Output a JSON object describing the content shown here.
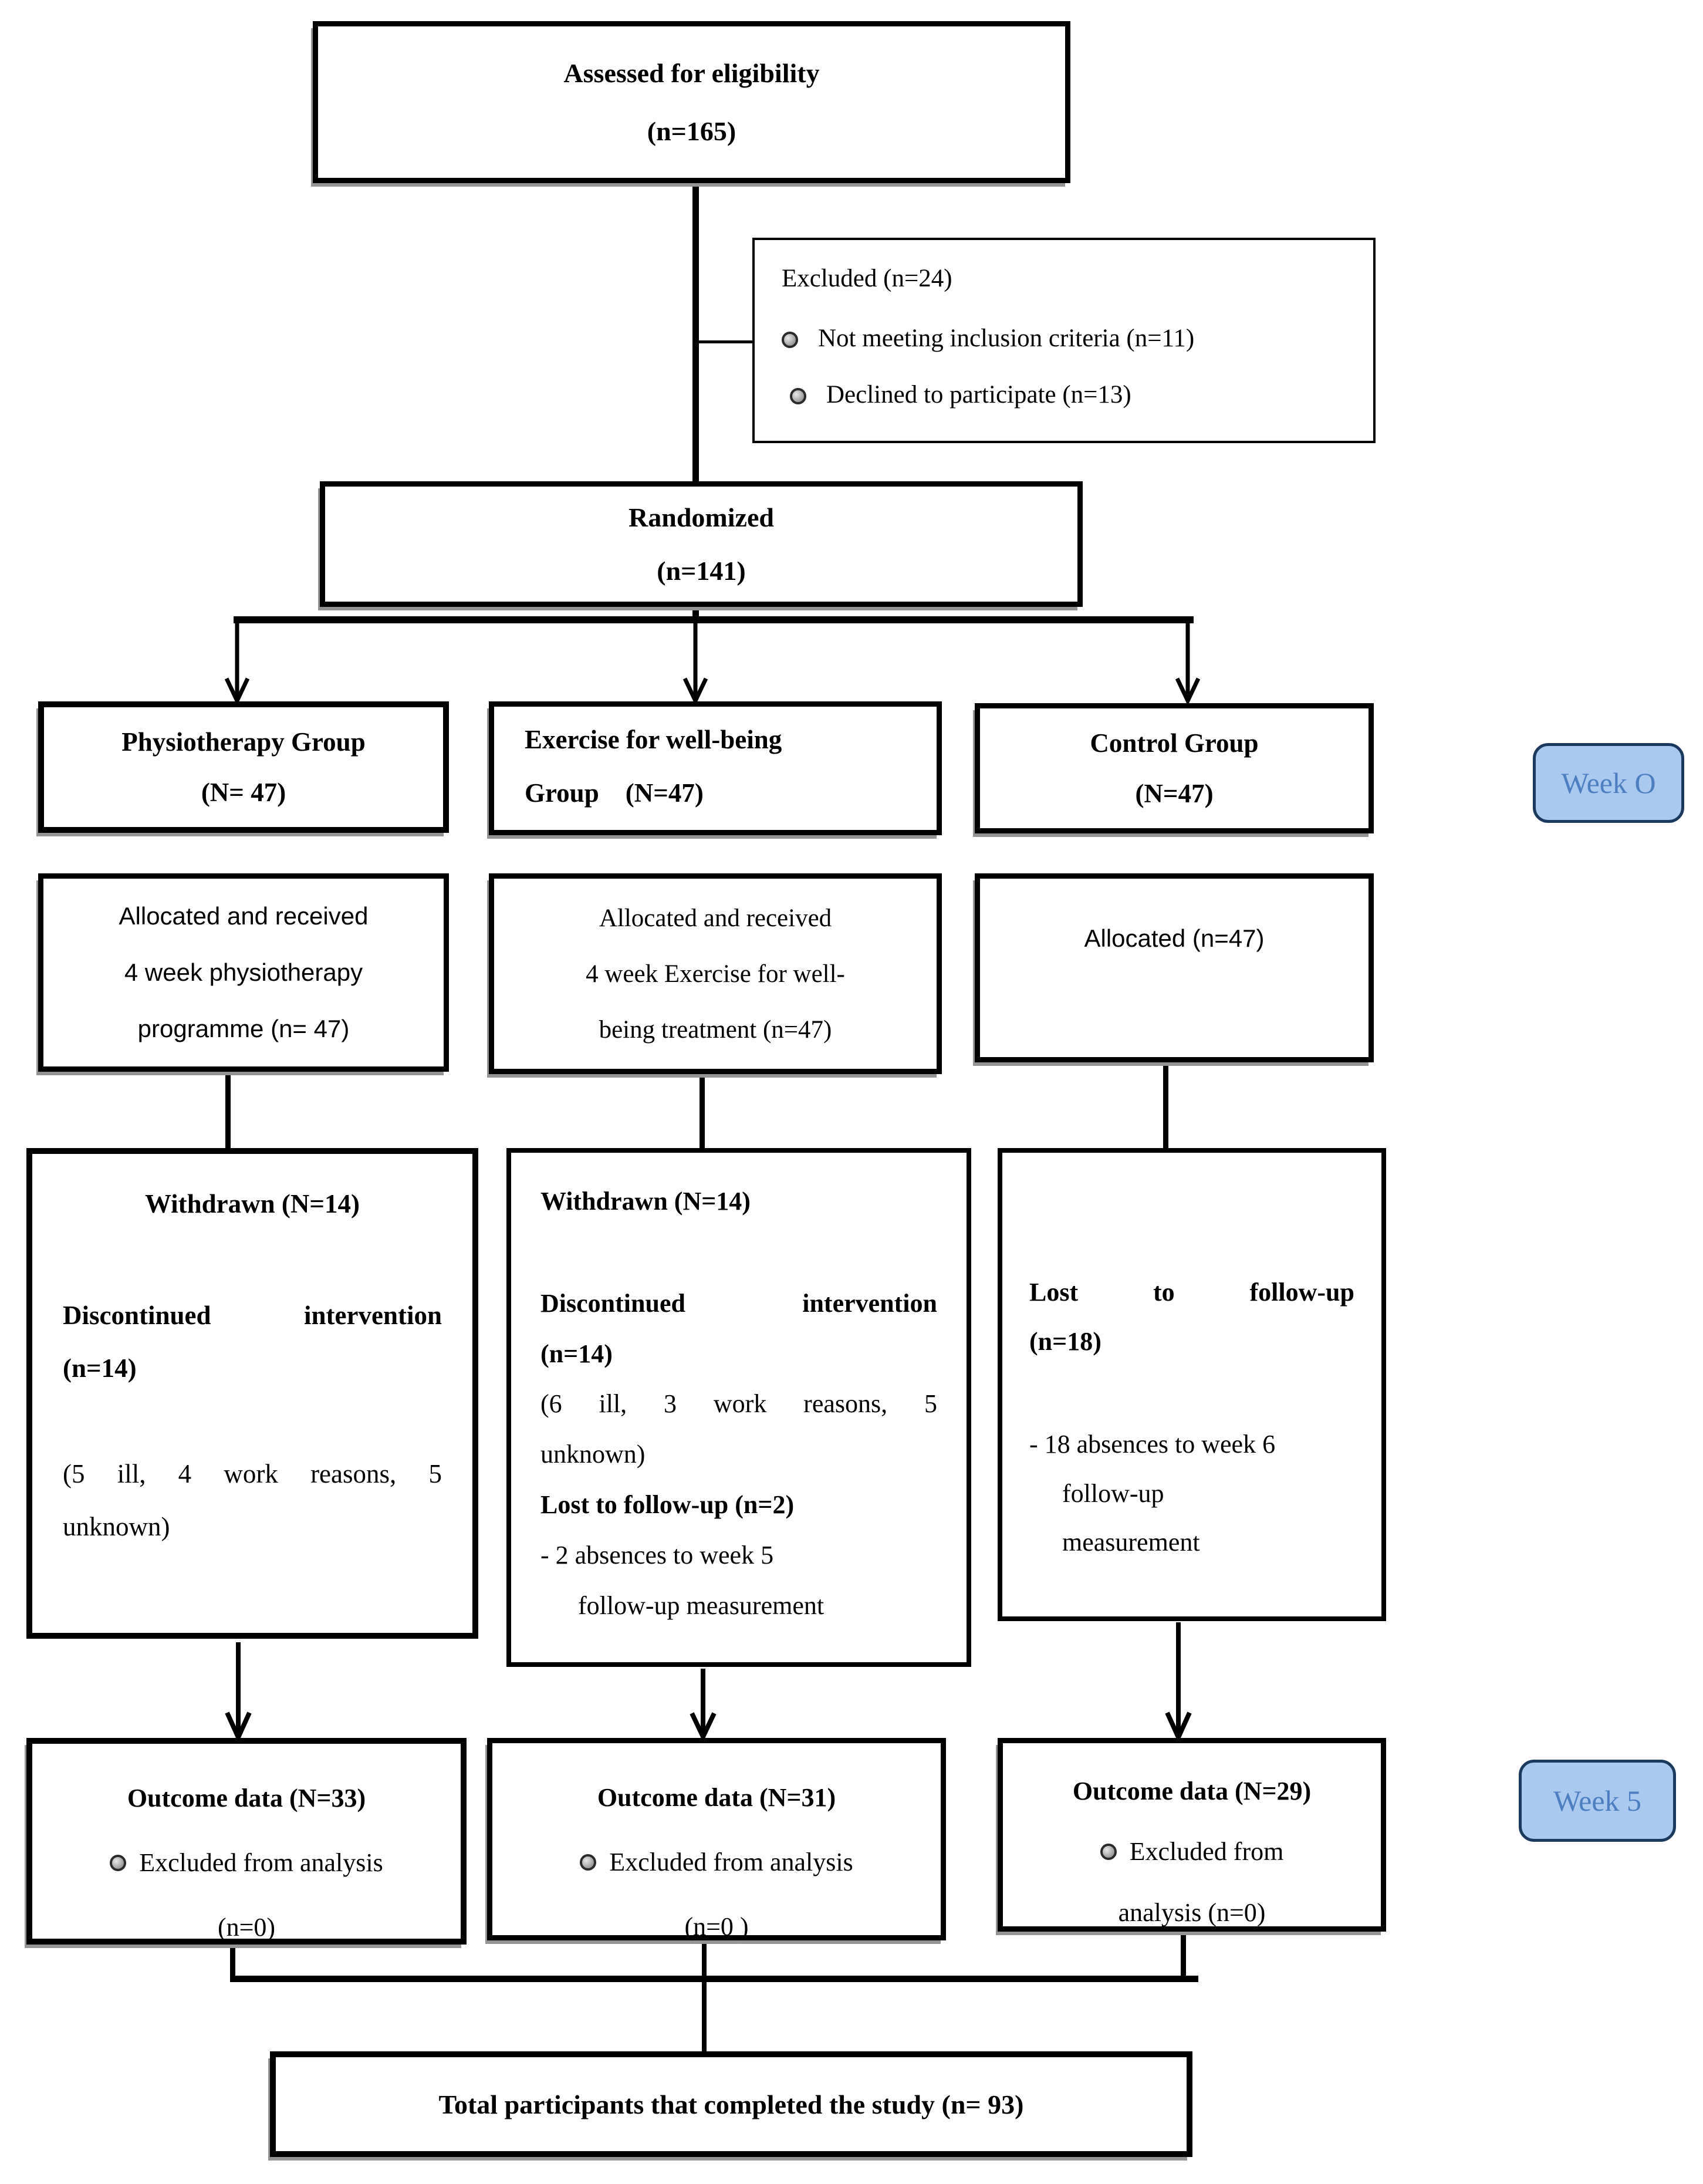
{
  "diagram_title": "CONSORT participant flow diagram",
  "colors": {
    "box_border": "#000000",
    "box_fill": "#ffffff",
    "badge_fill": "#abc8ee",
    "badge_border": "#1b3a5e",
    "badge_text": "#4c7ec1"
  },
  "badges": {
    "week0": "Week O",
    "week5": "Week 5"
  },
  "boxes": {
    "assessed": {
      "line1": "Assessed for eligibility",
      "line2": "(n=165)"
    },
    "excluded": {
      "title": "Excluded (n=24)",
      "bullets": [
        "Not meeting inclusion criteria (n=11)",
        "Declined to participate (n=13)"
      ]
    },
    "randomized": {
      "line1": "Randomized",
      "line2": "(n=141)"
    },
    "group_physio": {
      "line1": "Physiotherapy Group",
      "line2": "(N= 47)"
    },
    "group_ewb": {
      "line1": "Exercise for well-being",
      "line2": "Group    (N=47)"
    },
    "group_control": {
      "line1": "Control Group",
      "line2": "(N=47)"
    },
    "alloc_physio": {
      "lines": [
        "Allocated and received",
        "4 week physiotherapy",
        "programme (n= 47)"
      ]
    },
    "alloc_ewb": {
      "lines": [
        "Allocated and received",
        "4 week Exercise for well-",
        "being treatment (n=47)"
      ]
    },
    "alloc_control": {
      "line1": "Allocated (n=47)"
    },
    "withdrawn_physio": {
      "title": "Withdrawn (N=14)",
      "disc_l1": "Discontinued intervention",
      "disc_l2": "(n=14)",
      "reasons_l1": "(5 ill, 4 work reasons, 5",
      "reasons_l2": "unknown)"
    },
    "withdrawn_ewb": {
      "title": "Withdrawn (N=14)",
      "disc_l1": "Discontinued intervention",
      "disc_l2": "(n=14)",
      "reasons_l1": "(6 ill, 3 work reasons, 5",
      "reasons_l2": "unknown)",
      "lost": "Lost to follow-up (n=2)",
      "abs_l1": "- 2 absences to week 5",
      "abs_l2": "follow-up measurement"
    },
    "withdrawn_control": {
      "lost_l1": "Lost to follow-up",
      "lost_l2": "(n=18)",
      "abs_l1": "- 18 absences to week 6",
      "abs_l2": "follow-up",
      "abs_l3": "measurement"
    },
    "outcome_physio": {
      "title": "Outcome data (N=33)",
      "bullet": "Excluded from analysis",
      "line2": "(n=0)"
    },
    "outcome_ewb": {
      "title": "Outcome data (N=31)",
      "bullet": "Excluded from analysis",
      "line2": "(n=0 )"
    },
    "outcome_control": {
      "title": "Outcome data (N=29)",
      "bullet": "Excluded from",
      "line2": "analysis (n=0)"
    },
    "total": {
      "line1": "Total participants that completed the study (n= 93)"
    }
  }
}
